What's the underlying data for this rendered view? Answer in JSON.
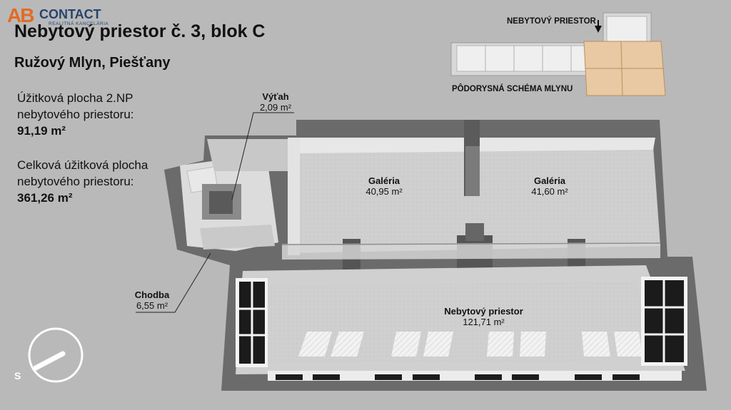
{
  "logo": {
    "mark": "AB",
    "brand": "CONTACT",
    "tagline": "REALITNÁ KANCELÁRIA"
  },
  "title": "Nebytový priestor č. 3, blok C",
  "location": "Ružový Mlyn, Piešťany",
  "info": {
    "usable_label_line1": "Úžitková plocha 2.NP",
    "usable_label_line2": "nebytového priestoru:",
    "usable_value": "91,19 m²",
    "total_label_line1": "Celková úžitková plocha",
    "total_label_line2": "nebytového priestoru:",
    "total_value": "361,26 m²"
  },
  "rooms": {
    "vytah": {
      "name": "Výťah",
      "area": "2,09 m²"
    },
    "galeria1": {
      "name": "Galéria",
      "area": "40,95 m²"
    },
    "galeria2": {
      "name": "Galéria",
      "area": "41,60 m²"
    },
    "chodba": {
      "name": "Chodba",
      "area": "6,55 m²"
    },
    "nebytovy": {
      "name": "Nebytový priestor",
      "area": "121,71 m²"
    }
  },
  "mini_plan": {
    "top_label": "NEBYTOVÝ PRIESTOR",
    "bottom_label": "PÔDORYSNÁ SCHÉMA MLYNU",
    "highlight_color": "#e8c9a3"
  },
  "compass": {
    "label": "S"
  }
}
